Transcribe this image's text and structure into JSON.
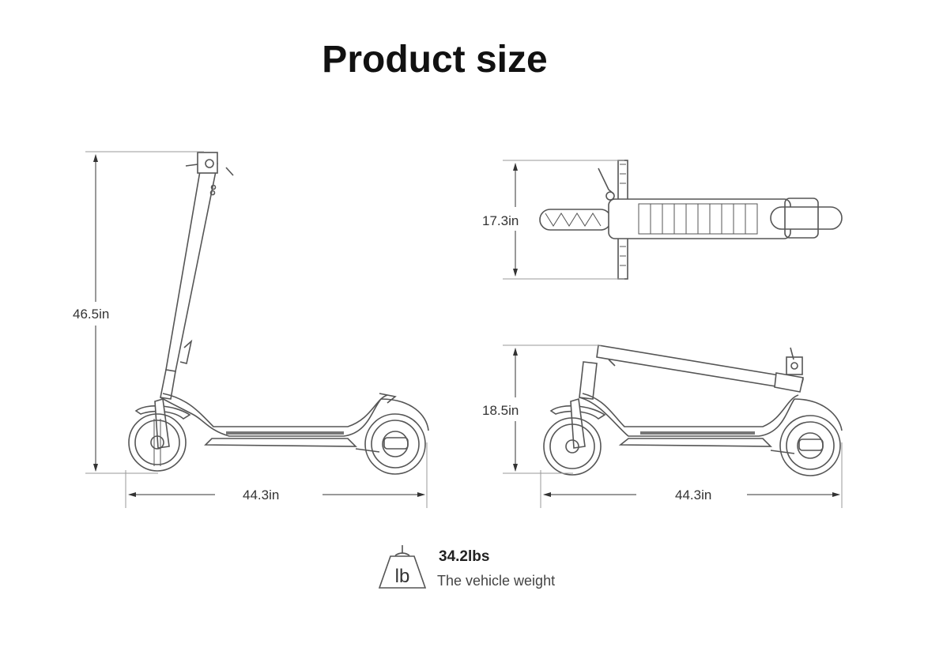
{
  "title": "Product size",
  "dimensions": {
    "unfolded_height": "46.5in",
    "unfolded_length": "44.3in",
    "top_width": "17.3in",
    "folded_height": "18.5in",
    "folded_length": "44.3in"
  },
  "weight": {
    "value": "34.2lbs",
    "caption": "The vehicle weight",
    "icon_label": "lb"
  }
}
